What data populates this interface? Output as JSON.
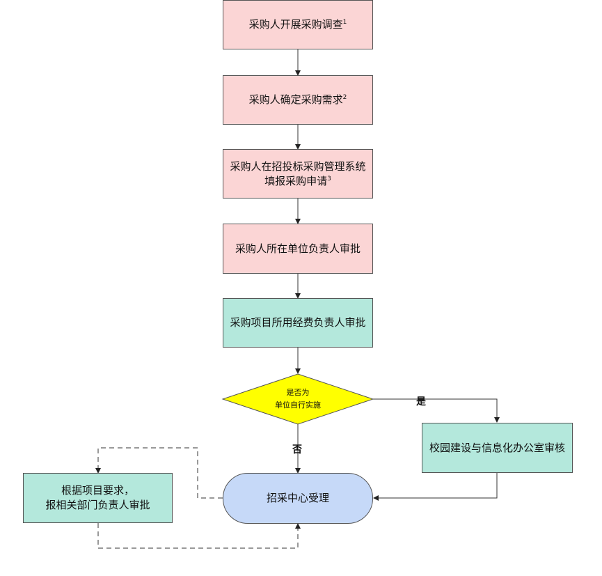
{
  "flow": {
    "step1": {
      "text": "采购人开展采购调查",
      "note": "1"
    },
    "step2": {
      "text": "采购人确定采购需求",
      "note": "2"
    },
    "step3": {
      "line1": "采购人在招投标采购管理系统",
      "line2": "填报采购申请",
      "note": "3"
    },
    "step4": {
      "text": "采购人所在单位负责人审批"
    },
    "step5": {
      "text": "采购项目所用经费负责人审批"
    },
    "decision": {
      "line1": "是否为",
      "line2": "单位自行实施"
    },
    "yes_label": "是",
    "no_label": "否",
    "campus_review": {
      "text": "校园建设与信息化办公室审核"
    },
    "center_accept": {
      "text": "招采中心受理"
    },
    "dept_review": {
      "line1": "根据项目要求，",
      "line2": "报相关部门负责人审批"
    }
  },
  "colors": {
    "pink": "#fbd5d5",
    "teal": "#b4e8dc",
    "blue": "#c6d9f8",
    "yellow": "#ffff00"
  }
}
